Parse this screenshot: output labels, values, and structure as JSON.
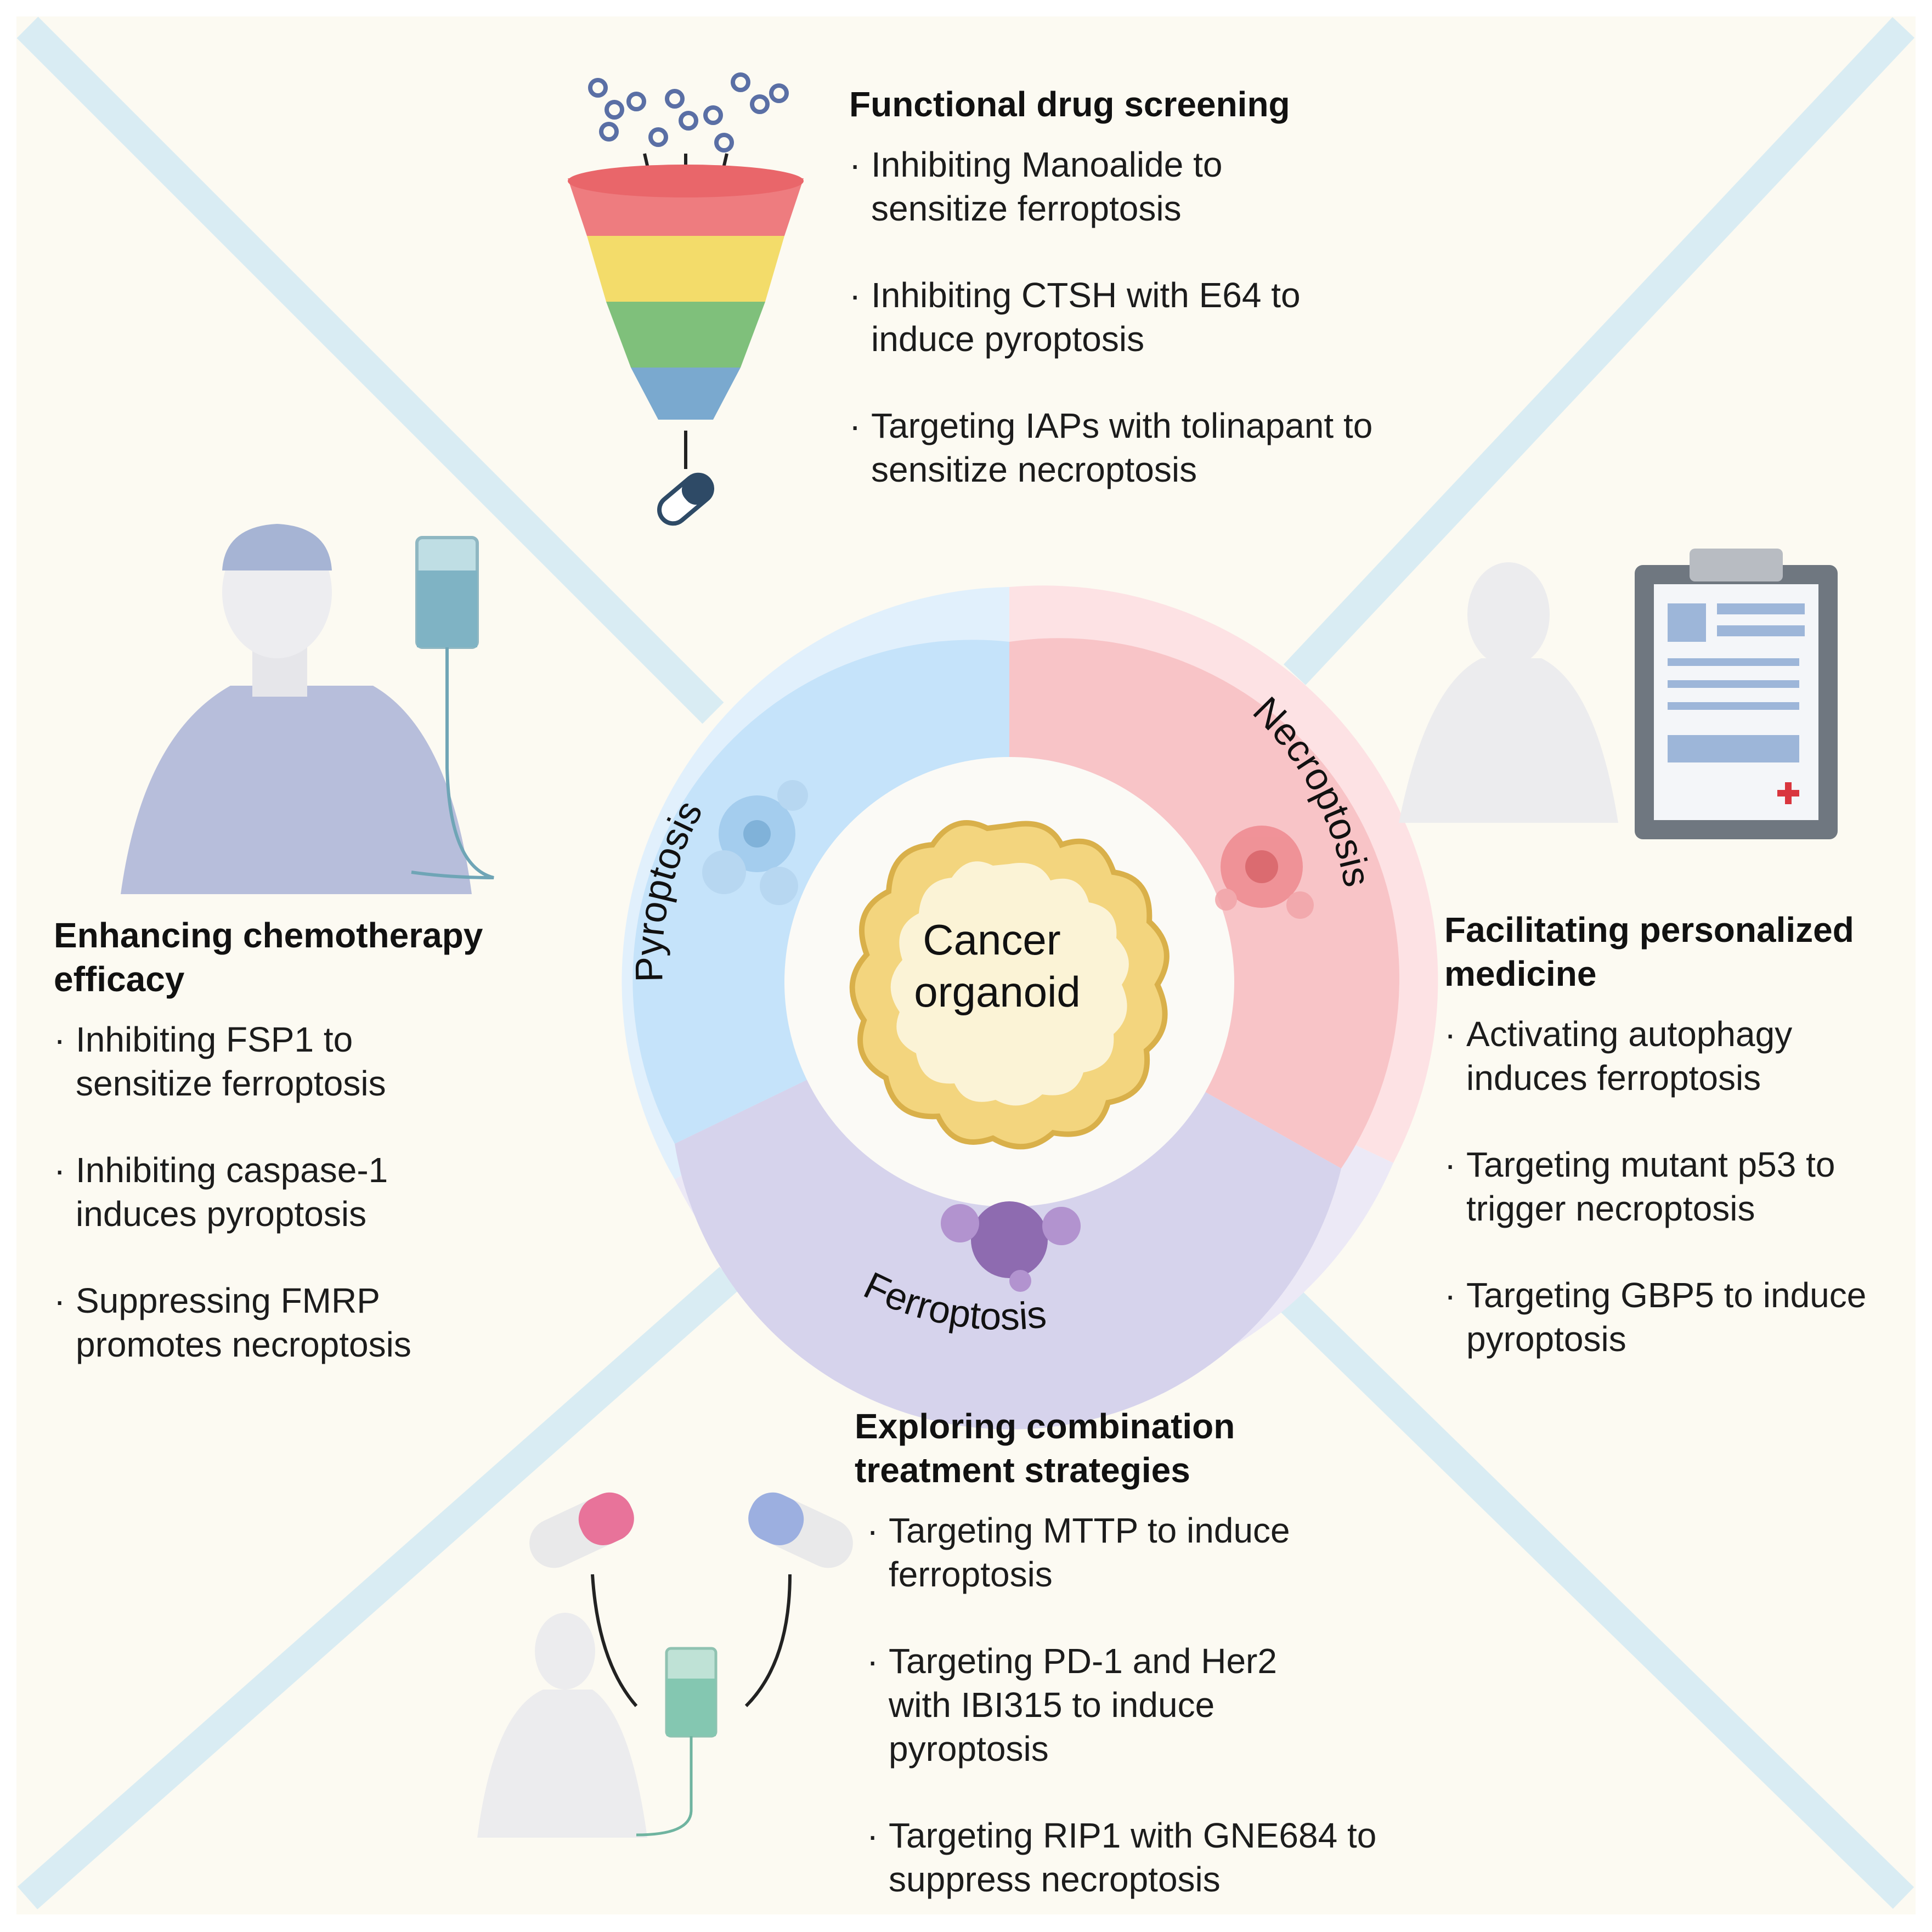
{
  "sections": {
    "top": {
      "heading": "Functional drug screening",
      "items": [
        "Inhibiting Manoalide to sensitize ferroptosis",
        "Inhibiting CTSH with E64 to induce pyroptosis",
        "Targeting IAPs with tolinapant to sensitize necroptosis"
      ]
    },
    "left": {
      "heading": "Enhancing chemotherapy efficacy",
      "items": [
        "Inhibiting FSP1 to sensitize ferroptosis",
        "Inhibiting caspase-1 induces pyroptosis",
        "Suppressing FMRP promotes necroptosis"
      ]
    },
    "right": {
      "heading": "Facilitating personalized medicine",
      "items": [
        "Activating autophagy induces ferroptosis",
        "Targeting mutant p53 to trigger necroptosis",
        "Targeting GBP5 to induce pyroptosis"
      ]
    },
    "bottom": {
      "heading": "Exploring combination treatment strategies",
      "items": [
        "Targeting MTTP to induce ferroptosis",
        "Targeting PD-1 and Her2 with IBI315 to induce pyroptosis",
        "Targeting RIP1 with GNE684 to suppress necroptosis"
      ]
    }
  },
  "ring": {
    "pyroptosis": "Pyroptosis",
    "necroptosis": "Necroptosis",
    "ferroptosis": "Ferroptosis",
    "center_line1": "Cancer",
    "center_line2": "organoid"
  },
  "colors": {
    "background": "#fcfaf2",
    "diagonal": "#d9ecf3",
    "pyroptosis": "#c5e3fa",
    "necroptosis": "#f8c4c7",
    "ferroptosis": "#d6d3ec",
    "funnel": [
      "#ee7c7f",
      "#f3dc6a",
      "#7fc07b",
      "#7aa9cf"
    ]
  }
}
